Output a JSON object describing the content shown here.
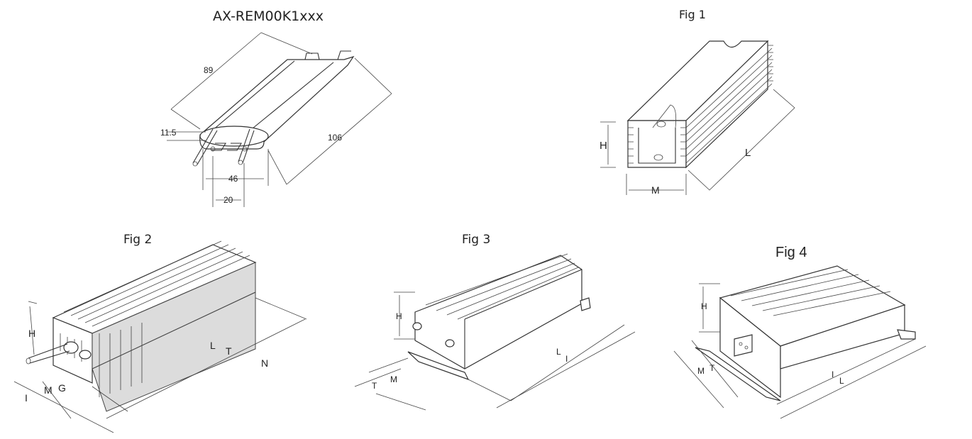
{
  "titles": {
    "main": "AX-REM00K1xxx",
    "fig1": "Fig 1",
    "fig2": "Fig 2",
    "fig3": "Fig 3",
    "fig4": "Fig 4"
  },
  "main_dims": {
    "length_diag": "89",
    "length_total": "106",
    "height": "11.5",
    "width": "46",
    "pin_spacing": "20"
  },
  "fig1_dims": {
    "h": "H",
    "l": "L",
    "m": "M"
  },
  "fig2_dims": {
    "h": "H",
    "l": "L",
    "t": "T",
    "n": "N",
    "i": "I",
    "m": "M",
    "g": "G"
  },
  "fig3_dims": {
    "h": "H",
    "l": "L",
    "i": "I",
    "m": "M",
    "t": "T"
  },
  "fig4_dims": {
    "h": "H",
    "i": "I",
    "l": "L",
    "m": "M",
    "t": "T"
  }
}
